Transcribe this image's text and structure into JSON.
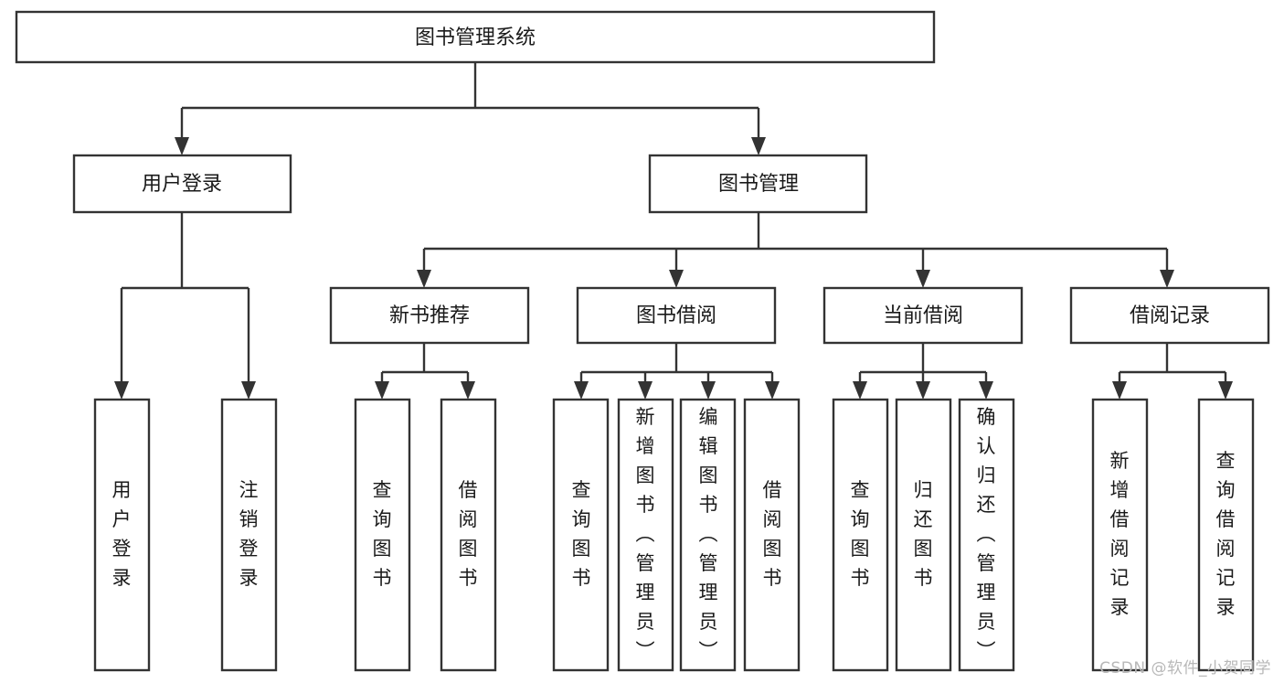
{
  "diagram": {
    "title": "图书管理系统",
    "type": "tree-hierarchy-diagram",
    "watermark": "CSDN @软件_小贺同学",
    "colors": {
      "stroke": "#333333",
      "fill": "#ffffff",
      "text": "#1a1a1a",
      "watermark": "#b8b8b8"
    },
    "nodes": {
      "root": {
        "label": "图书管理系统"
      },
      "level2": [
        {
          "label": "用户登录"
        },
        {
          "label": "图书管理"
        }
      ],
      "level3": [
        {
          "label": "新书推荐"
        },
        {
          "label": "图书借阅"
        },
        {
          "label": "当前借阅"
        },
        {
          "label": "借阅记录"
        }
      ],
      "leaves": {
        "user_login": [
          {
            "label": "用户登录"
          },
          {
            "label": "注销登录"
          }
        ],
        "new_book": [
          {
            "label": "查询图书"
          },
          {
            "label": "借阅图书"
          }
        ],
        "borrow_book": [
          {
            "label": "查询图书"
          },
          {
            "label": "新增图书（管理员）"
          },
          {
            "label": "编辑图书（管理员）"
          },
          {
            "label": "借阅图书"
          }
        ],
        "current_borrow": [
          {
            "label": "查询图书"
          },
          {
            "label": "归还图书"
          },
          {
            "label": "确认归还（管理员）"
          }
        ],
        "borrow_record": [
          {
            "label": "新增借阅记录"
          },
          {
            "label": "查询借阅记录"
          }
        ]
      }
    }
  }
}
